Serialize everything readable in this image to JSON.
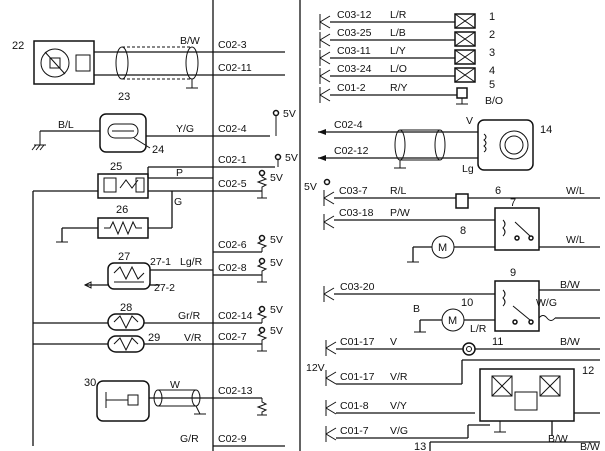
{
  "ecu_pins": {
    "c02_3": "C02-3",
    "c02_11": "C02-11",
    "c02_4": "C02-4",
    "c02_1": "C02-1",
    "c02_5": "C02-5",
    "c02_6": "C02-6",
    "c02_8": "C02-8",
    "c02_14": "C02-14",
    "c02_7": "C02-7",
    "c02_13": "C02-13",
    "c02_9": "C02-9",
    "c03_12": "C03-12",
    "c03_25": "C03-25",
    "c03_11": "C03-11",
    "c03_24": "C03-24",
    "c01_2": "C01-2",
    "c02_4r": "C02-4",
    "c02_12r": "C02-12",
    "c03_7": "C03-7",
    "c03_18": "C03-18",
    "c03_20": "C03-20",
    "c01_17a": "C01-17",
    "c01_17b": "C01-17",
    "c01_8": "C01-8",
    "c01_7": "C01-7"
  },
  "wire_colors": {
    "bw_left": "B/W",
    "bl": "B/L",
    "yg": "Y/G",
    "p": "P",
    "g": "G",
    "lg_r": "Lg/R",
    "gr_r": "Gr/R",
    "v_r_left": "V/R",
    "w": "W",
    "g_r": "G/R",
    "l_r": "L/R",
    "l_b": "L/B",
    "l_y": "L/Y",
    "l_o": "L/O",
    "r_y": "R/Y",
    "b_o": "B/O",
    "v": "V",
    "lg": "Lg",
    "r_l": "R/L",
    "p_w": "P/W",
    "w_l_1": "W/L",
    "w_l_2": "W/L",
    "b_w_1": "B/W",
    "w_g": "W/G",
    "b_label": "B",
    "l_r_2": "L/R",
    "b_w_2": "B/W",
    "v_2": "V",
    "b_w_3": "B/W",
    "v_r_right": "V/R",
    "v_y": "V/Y",
    "v_g": "V/G",
    "b_w_4": "B/W"
  },
  "voltages": {
    "v5_1": "5V",
    "v5_2": "5V",
    "v5_3": "5V",
    "v5_4": "5V",
    "v5_5": "5V",
    "v5_6": "5V",
    "v5_7": "5V",
    "v5_8": "5V",
    "v12": "12V"
  },
  "components": {
    "n1": "1",
    "n2": "2",
    "n3": "3",
    "n4": "4",
    "n5": "5",
    "n6": "6",
    "n7": "7",
    "n8": "8",
    "n9": "9",
    "n10": "10",
    "n11": "11",
    "n12": "12",
    "n13": "13",
    "n14": "14",
    "n22": "22",
    "n23": "23",
    "n24": "24",
    "n25": "25",
    "n26": "26",
    "n27": "27",
    "n27_1": "27-1",
    "n27_2": "27-2",
    "n28": "28",
    "n29": "29",
    "n30": "30",
    "motor_8": "M",
    "motor_10": "M"
  }
}
